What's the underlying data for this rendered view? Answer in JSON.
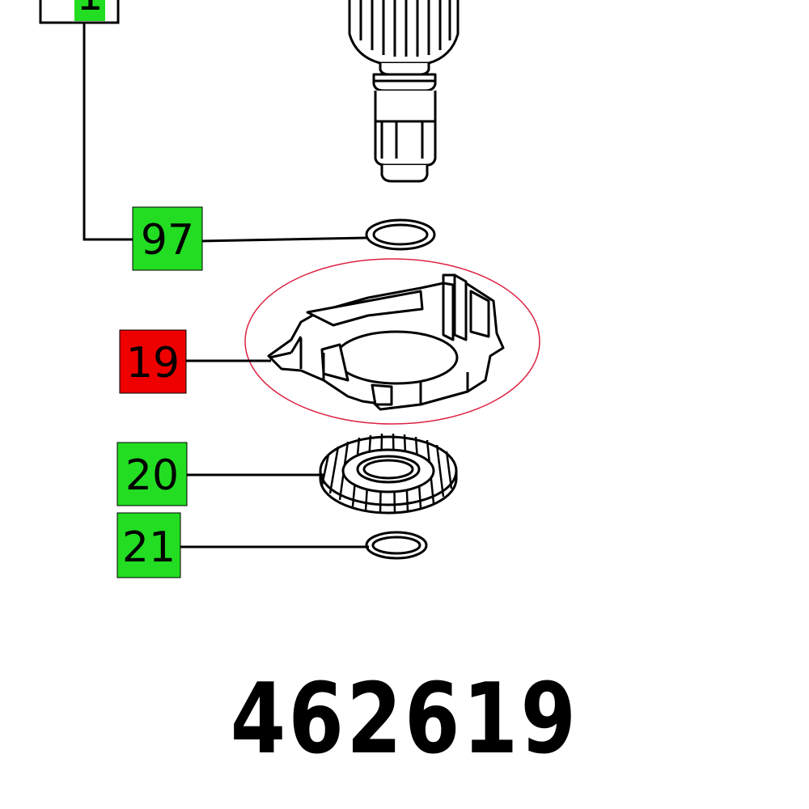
{
  "callouts": {
    "top": {
      "label": "1",
      "color": "#22dd22"
    },
    "c97": {
      "label": "97",
      "color": "#22dd22"
    },
    "c19": {
      "label": "19",
      "color": "#ee0000"
    },
    "c20": {
      "label": "20",
      "color": "#22dd22"
    },
    "c21": {
      "label": "21",
      "color": "#22dd22"
    }
  },
  "highlight_color": "#dd2244",
  "part_number": "462619"
}
